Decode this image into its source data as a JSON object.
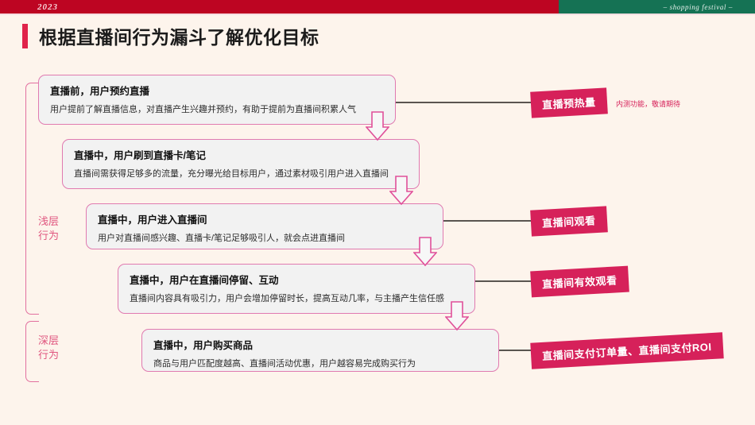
{
  "banner": {
    "year": "2023",
    "festival": "– shopping festival –",
    "red_color": "#bd0522",
    "green_color": "#157254"
  },
  "header": {
    "title": "根据直播间行为漏斗了解优化目标",
    "accent_color": "#e0234a"
  },
  "groups": [
    {
      "label": "浅层\n行为",
      "line1": "浅层",
      "line2": "行为"
    },
    {
      "label": "深层\n行为",
      "line1": "深层",
      "line2": "行为"
    }
  ],
  "stages": [
    {
      "title": "直播前，用户预约直播",
      "body": "用户提前了解直播信息，对直播产生兴趣并预约，有助于提前为直播间积累人气"
    },
    {
      "title": "直播中，用户刷到直播卡/笔记",
      "body": "直播间需获得足够多的流量，充分曝光给目标用户，通过素材吸引用户进入直播间"
    },
    {
      "title": "直播中，用户进入直播间",
      "body": "用户对直播间感兴趣、直播卡/笔记足够吸引人，就会点进直播间"
    },
    {
      "title": "直播中，用户在直播间停留、互动",
      "body": "直播间内容具有吸引力，用户会增加停留时长，提高互动几率，与主播产生信任感"
    },
    {
      "title": "直播中，用户购买商品",
      "body": "商品与用户匹配度越高、直播间活动优惠，用户越容易完成购买行为"
    }
  ],
  "badges": [
    {
      "label": "直播预热量",
      "note": "内测功能，敬请期待"
    },
    {
      "label": "直播间观看",
      "note": ""
    },
    {
      "label": "直播间有效观看",
      "note": ""
    },
    {
      "label": "直播间支付订单量、直播间支付ROI",
      "note": ""
    }
  ],
  "colors": {
    "background": "#fdf4ec",
    "badge": "#d6215a",
    "box_border": "#e07ab0",
    "box_fill": "#f2f2f2",
    "bracket": "#e2709f",
    "connector": "#5a5550"
  }
}
